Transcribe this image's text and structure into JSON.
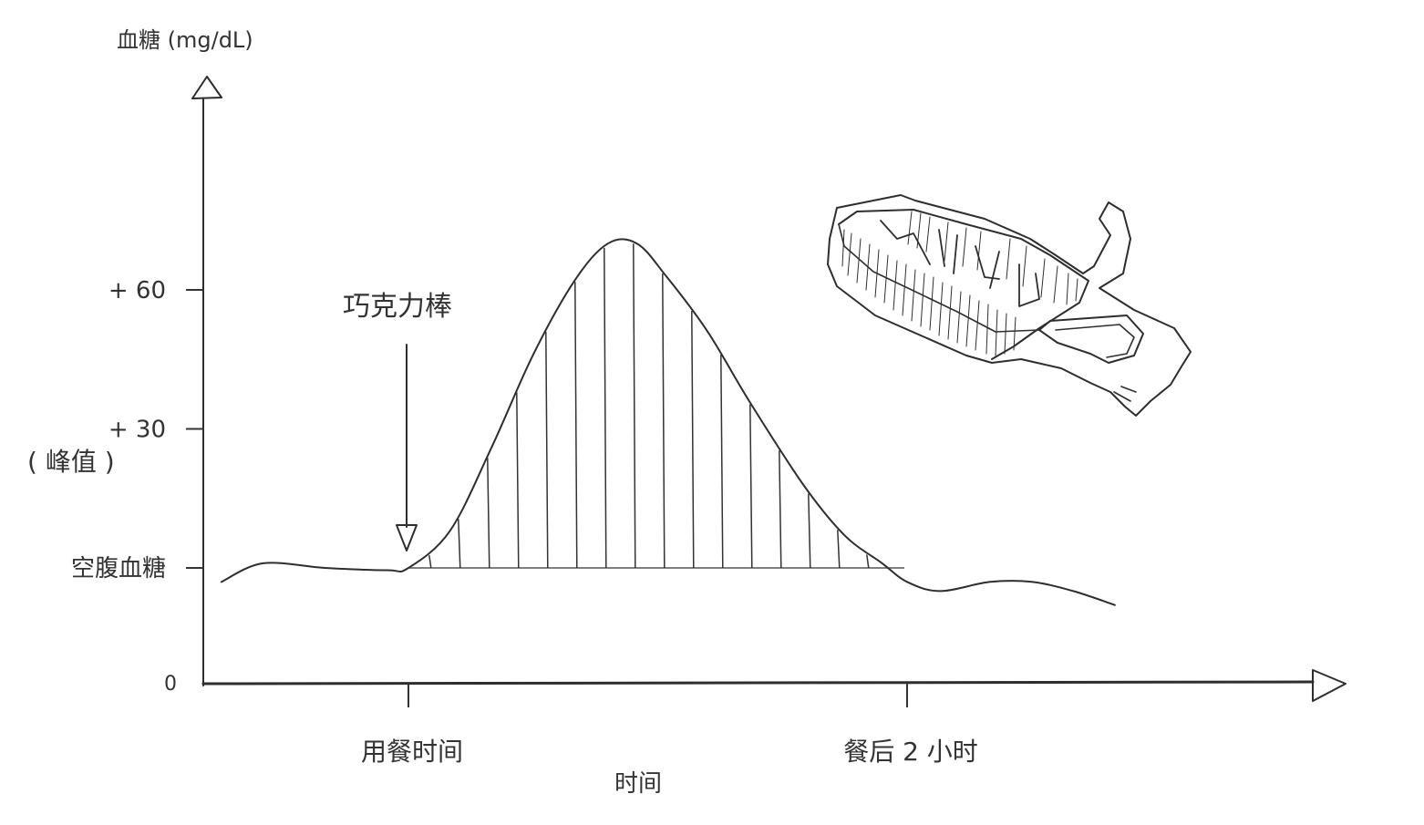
{
  "chart_data": {
    "type": "line",
    "ylabel": "血糖 (mg/dL)",
    "xlabel": "时间",
    "y_ticks": [
      {
        "value": 0,
        "label": "0"
      },
      {
        "value": 0,
        "label": "空腹血糖"
      },
      {
        "value": 30,
        "label": "+ 30"
      },
      {
        "value": 60,
        "label": "+ 60"
      }
    ],
    "y_note": "( 峰值 )",
    "x_ticks": [
      {
        "value": 0,
        "label": "用餐时间"
      },
      {
        "value": 120,
        "label": "餐后 2 小时"
      }
    ],
    "annotation": "巧克力棒",
    "series": [
      {
        "x": [
          -45,
          -35,
          -20,
          -5,
          0,
          10,
          20,
          30,
          40,
          48,
          55,
          62,
          72,
          82,
          95,
          105,
          114,
          120,
          128,
          140,
          150,
          160,
          170
        ],
        "y": [
          -3,
          1,
          0,
          -0.5,
          0,
          8,
          26,
          46,
          62,
          70,
          70,
          63,
          51,
          36,
          18,
          7,
          1,
          -3,
          -5,
          -3,
          -3,
          -5,
          -8
        ]
      }
    ]
  }
}
